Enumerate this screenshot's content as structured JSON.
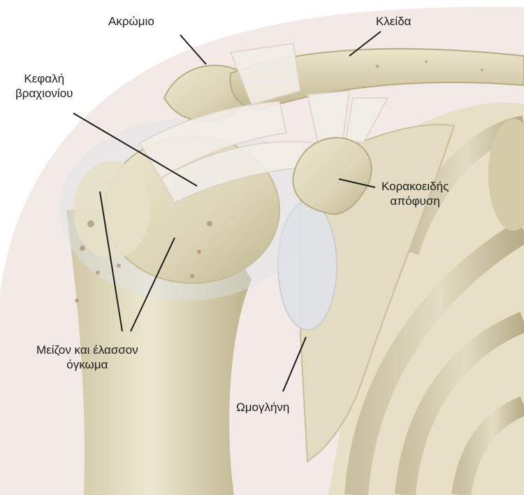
{
  "labels": {
    "acromion": "Ακρώμιο",
    "clavicle": "Κλείδα",
    "humeral_head": "Κεφαλή\nβραχιονίου",
    "coracoid": "Κορακοειδής\nαπόφυση",
    "tubercles": "Μείζον και έλασσον\nόγκωμα",
    "glenoid": "Ωμογλήνη"
  },
  "colors": {
    "background_skin": "#f3e9e6",
    "bone": "#e2dcc3",
    "ligament": "#f2ede6",
    "cartilage": "#dfe4e9",
    "leader_line": "#1d1d1d"
  }
}
